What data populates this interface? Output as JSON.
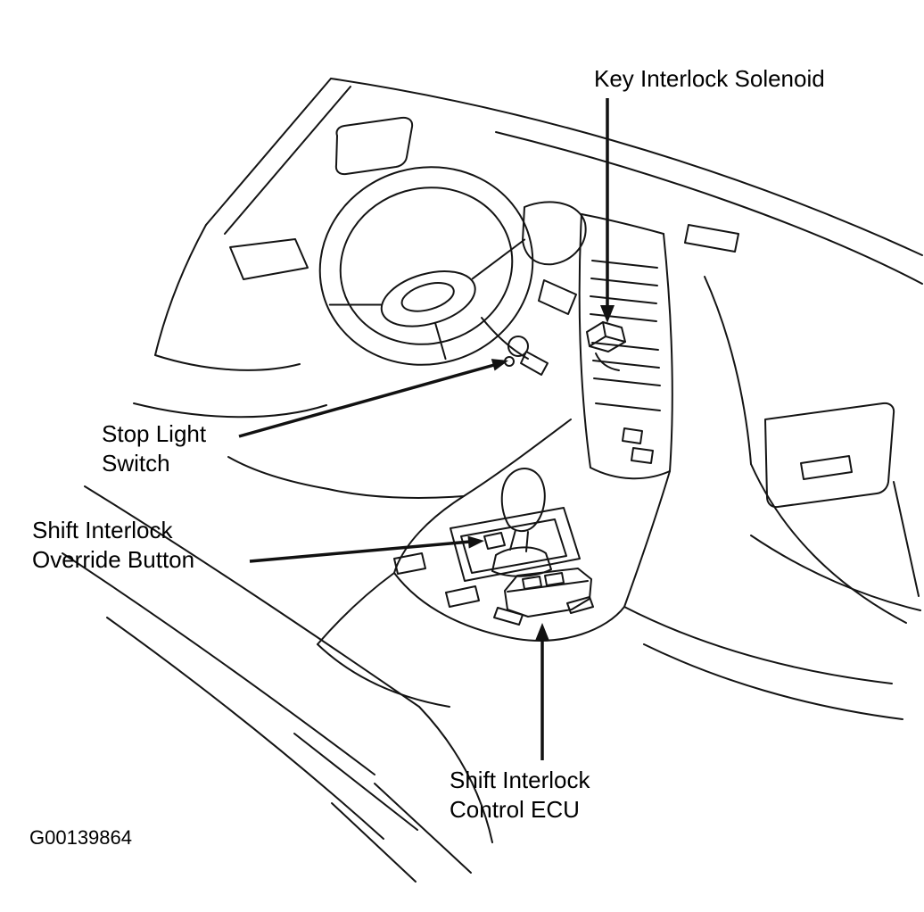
{
  "figure": {
    "id_code": "G00139864"
  },
  "labels": {
    "key_interlock_solenoid": {
      "text": "Key Interlock Solenoid"
    },
    "stop_light_switch": {
      "line1": "Stop Light",
      "line2": "Switch"
    },
    "shift_interlock_override_button": {
      "line1": "Shift Interlock",
      "line2": "Override Button"
    },
    "shift_interlock_control_ecu": {
      "line1": "Shift Interlock",
      "line2": "Control ECU"
    }
  },
  "callouts": [
    {
      "target": "key-interlock-solenoid",
      "arrow_direction": "down"
    },
    {
      "target": "stop-light-switch",
      "arrow_direction": "up-right"
    },
    {
      "target": "shift-interlock-override-button",
      "arrow_direction": "right"
    },
    {
      "target": "shift-interlock-control-ecu",
      "arrow_direction": "up"
    }
  ],
  "colors": {
    "background": "#ffffff",
    "line": "#141414",
    "text": "#000000"
  }
}
